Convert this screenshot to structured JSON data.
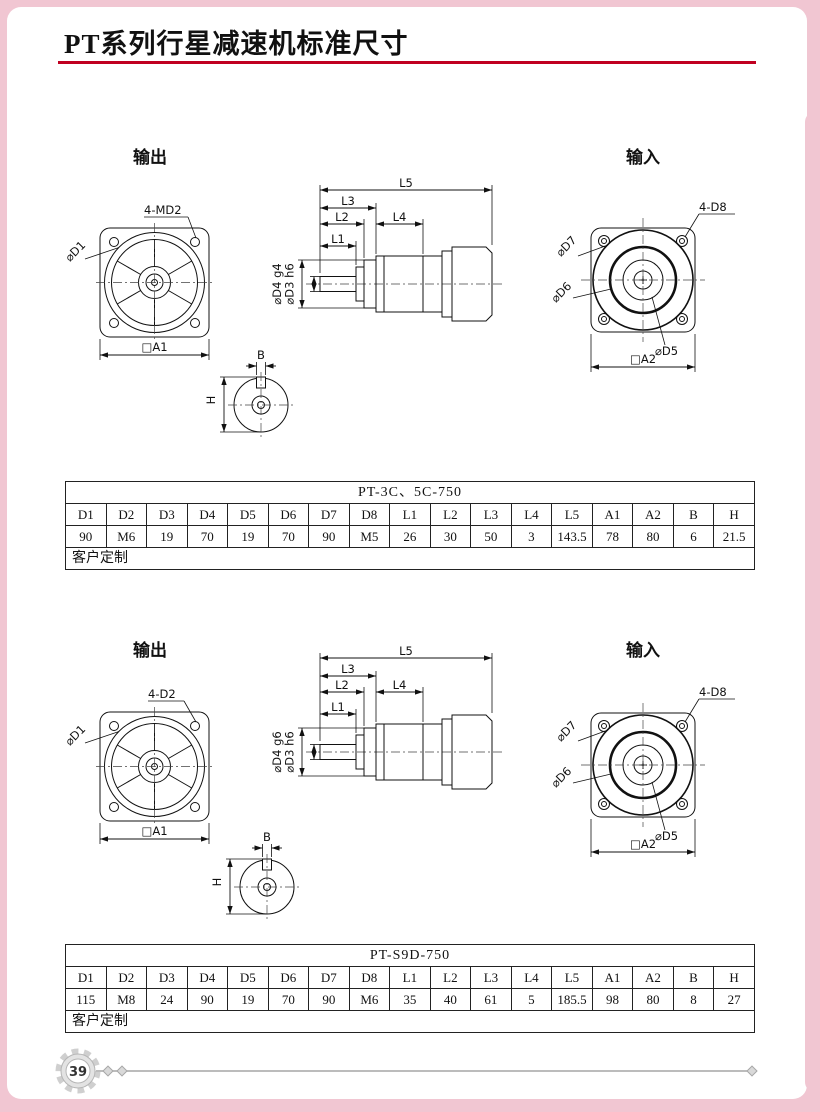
{
  "page": {
    "title": "PT系列行星减速机标准尺寸",
    "page_number": "39"
  },
  "colors": {
    "accent_red": "#c00020",
    "page_pink": "#f1c6d2"
  },
  "sections": [
    {
      "output_label": "输出",
      "input_label": "输入",
      "front": {
        "bolt_label": "4-MD2",
        "d1": "⌀D1",
        "a1": "□A1"
      },
      "side": {
        "l1": "L1",
        "l2": "L2",
        "l3": "L3",
        "l4": "L4",
        "l5": "L5",
        "d4": "⌀D4 g4",
        "d3": "⌀D3 h6"
      },
      "shaft": {
        "b": "B",
        "h": "H"
      },
      "input": {
        "bolt_label": "4-D8",
        "d7": "⌀D7",
        "d6": "⌀D6",
        "d5": "⌀D5",
        "a2": "□A2"
      },
      "table": {
        "title": "PT-3C、5C-750",
        "headers": [
          "D1",
          "D2",
          "D3",
          "D4",
          "D5",
          "D6",
          "D7",
          "D8",
          "L1",
          "L2",
          "L3",
          "L4",
          "L5",
          "A1",
          "A2",
          "B",
          "H"
        ],
        "values": [
          "90",
          "M6",
          "19",
          "70",
          "19",
          "70",
          "90",
          "M5",
          "26",
          "30",
          "50",
          "3",
          "143.5",
          "78",
          "80",
          "6",
          "21.5"
        ],
        "footer": "客户定制"
      }
    },
    {
      "output_label": "输出",
      "input_label": "输入",
      "front": {
        "bolt_label": "4-D2",
        "d1": "⌀D1",
        "a1": "□A1"
      },
      "side": {
        "l1": "L1",
        "l2": "L2",
        "l3": "L3",
        "l4": "L4",
        "l5": "L5",
        "d4": "⌀D4 g6",
        "d3": "⌀D3 h6"
      },
      "shaft": {
        "b": "B",
        "h": "H"
      },
      "input": {
        "bolt_label": "4-D8",
        "d7": "⌀D7",
        "d6": "⌀D6",
        "d5": "⌀D5",
        "a2": "□A2"
      },
      "table": {
        "title": "PT-S9D-750",
        "headers": [
          "D1",
          "D2",
          "D3",
          "D4",
          "D5",
          "D6",
          "D7",
          "D8",
          "L1",
          "L2",
          "L3",
          "L4",
          "L5",
          "A1",
          "A2",
          "B",
          "H"
        ],
        "values": [
          "115",
          "M8",
          "24",
          "90",
          "19",
          "70",
          "90",
          "M6",
          "35",
          "40",
          "61",
          "5",
          "185.5",
          "98",
          "80",
          "8",
          "27"
        ],
        "footer": "客户定制"
      }
    }
  ]
}
